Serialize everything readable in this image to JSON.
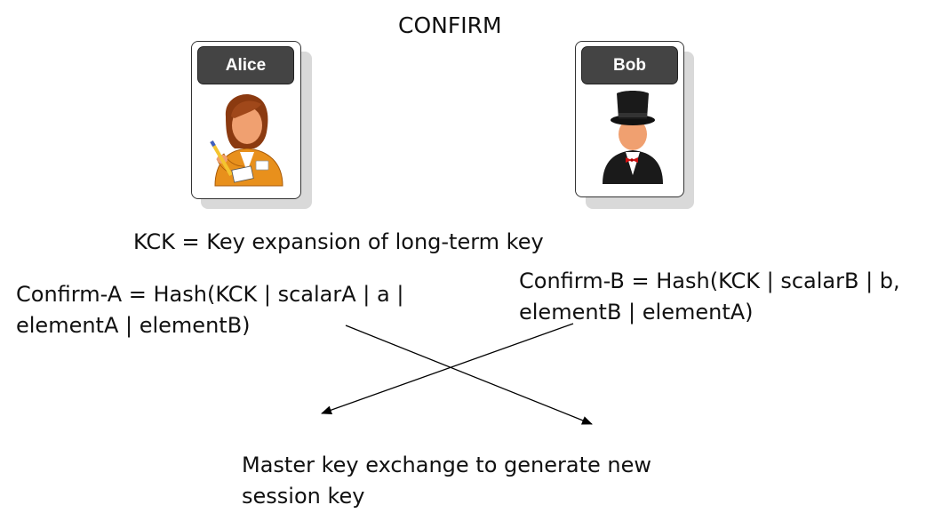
{
  "title": "CONFIRM",
  "alice": {
    "name": "Alice",
    "icon": "woman-writing-icon",
    "colors": {
      "hair": "#8b3a10",
      "skin": "#f0a070",
      "shirt": "#e8901c"
    }
  },
  "bob": {
    "name": "Bob",
    "icon": "man-top-hat-icon",
    "colors": {
      "hat": "#1a1a1a",
      "skin": "#f0a070",
      "bowtie": "#d01010"
    }
  },
  "kck_text": "KCK = Key expansion of long-term key",
  "confirm_a": {
    "line1": "Confirm-A = Hash(KCK | scalarA | a |",
    "line2": "elementA | elementB)"
  },
  "confirm_b": {
    "line1": "Confirm-B = Hash(KCK | scalarB | b,",
    "line2": "elementB | elementA)"
  },
  "result": {
    "line1": "Master key exchange to generate new",
    "line2": "session key"
  }
}
